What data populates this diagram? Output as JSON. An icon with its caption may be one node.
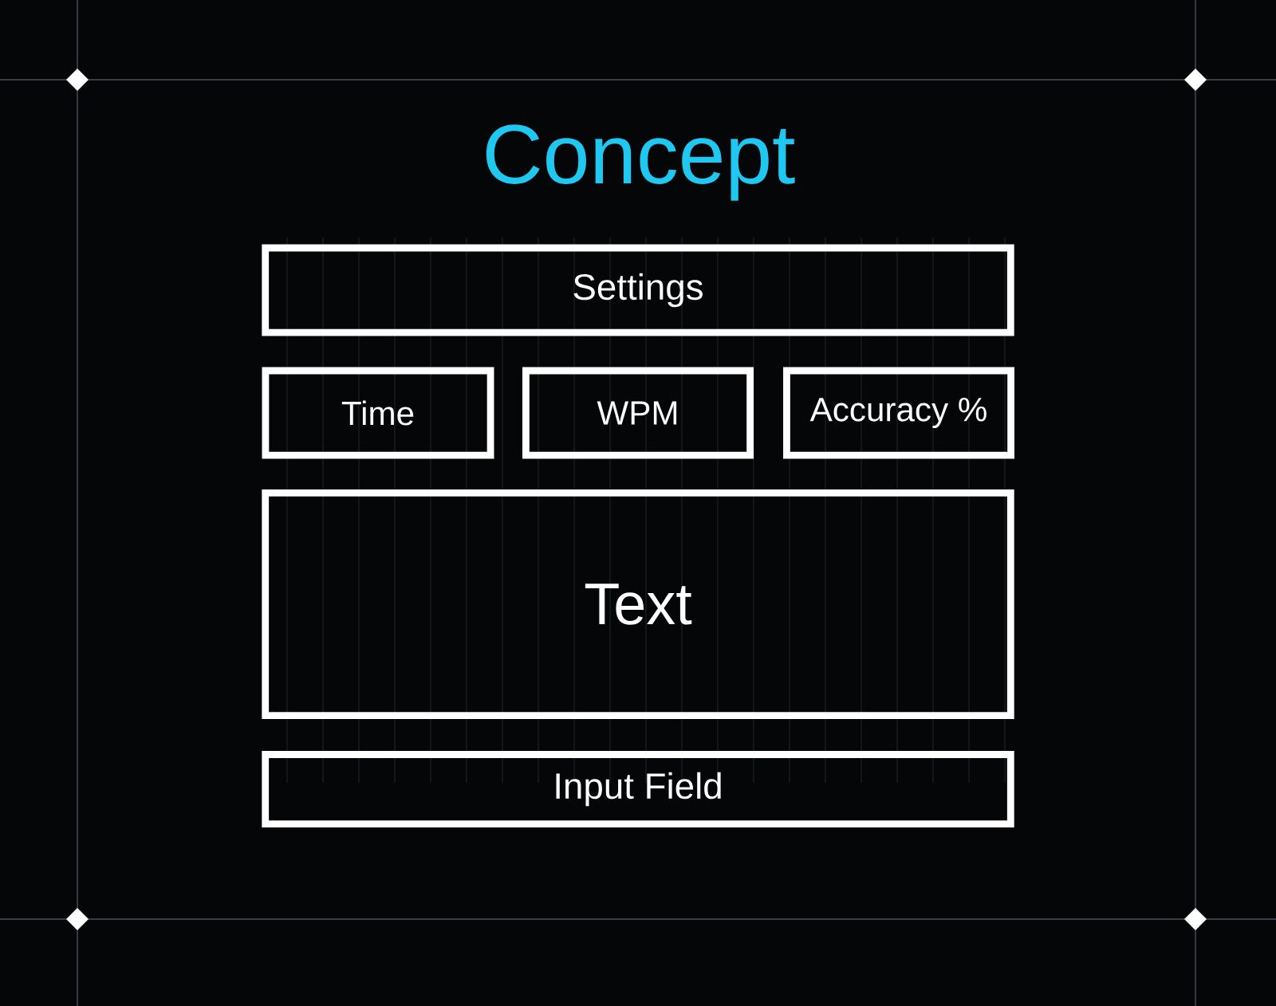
{
  "diagram": {
    "title": "Concept",
    "nodes": [
      {
        "text": [
          "Settings"
        ]
      },
      {
        "text": [
          "Time"
        ]
      },
      {
        "text": [
          "WPM"
        ]
      },
      {
        "text": [
          "Accuracy %"
        ]
      },
      {
        "text": [
          "Text"
        ]
      },
      {
        "text": [
          "Input Field"
        ]
      }
    ]
  }
}
